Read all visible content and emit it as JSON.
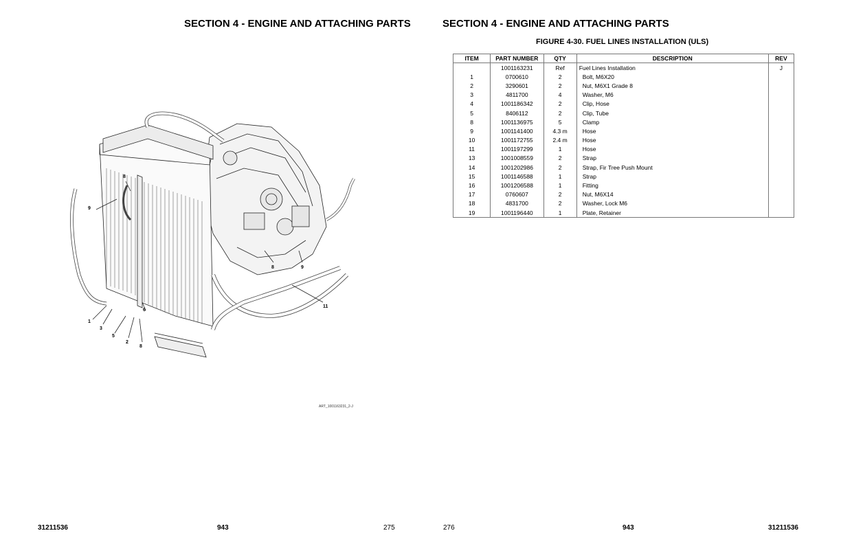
{
  "left_page": {
    "section_title": "SECTION 4 - ENGINE AND ATTACHING PARTS",
    "art_id": "ART_1001163231_2-J",
    "callouts": [
      "9",
      "8",
      "1",
      "3",
      "5",
      "2",
      "8",
      "6",
      "8",
      "9",
      "11"
    ],
    "footer": {
      "doc_number": "31211536",
      "model": "943",
      "page_number": "275"
    }
  },
  "right_page": {
    "section_title": "SECTION 4 - ENGINE AND ATTACHING PARTS",
    "figure_title": "FIGURE 4-30. FUEL LINES INSTALLATION (ULS)",
    "table": {
      "headers": [
        "ITEM",
        "PART NUMBER",
        "QTY",
        "DESCRIPTION",
        "REV"
      ],
      "rows": [
        {
          "item": "",
          "part": "1001163231",
          "qty": "Ref",
          "desc": "Fuel Lines Installation",
          "rev": "J"
        },
        {
          "item": "1",
          "part": "0700610",
          "qty": "2",
          "desc": "Bolt, M6X20",
          "rev": ""
        },
        {
          "item": "2",
          "part": "3290601",
          "qty": "2",
          "desc": "Nut, M6X1 Grade 8",
          "rev": ""
        },
        {
          "item": "3",
          "part": "4811700",
          "qty": "4",
          "desc": "Washer, M6",
          "rev": ""
        },
        {
          "item": "4",
          "part": "1001186342",
          "qty": "2",
          "desc": "Clip, Hose",
          "rev": ""
        },
        {
          "item": "5",
          "part": "8406112",
          "qty": "2",
          "desc": "Clip, Tube",
          "rev": ""
        },
        {
          "item": "8",
          "part": "1001136975",
          "qty": "5",
          "desc": "Clamp",
          "rev": ""
        },
        {
          "item": "9",
          "part": "1001141400",
          "qty": "4.3 m",
          "desc": "Hose",
          "rev": ""
        },
        {
          "item": "10",
          "part": "1001172755",
          "qty": "2.4 m",
          "desc": "Hose",
          "rev": ""
        },
        {
          "item": "11",
          "part": "1001197299",
          "qty": "1",
          "desc": "Hose",
          "rev": ""
        },
        {
          "item": "13",
          "part": "1001008559",
          "qty": "2",
          "desc": "Strap",
          "rev": ""
        },
        {
          "item": "14",
          "part": "1001202986",
          "qty": "2",
          "desc": "Strap, Fir Tree Push Mount",
          "rev": ""
        },
        {
          "item": "15",
          "part": "1001146588",
          "qty": "1",
          "desc": "Strap",
          "rev": ""
        },
        {
          "item": "16",
          "part": "1001206588",
          "qty": "1",
          "desc": "Fitting",
          "rev": ""
        },
        {
          "item": "17",
          "part": "0760607",
          "qty": "2",
          "desc": "Nut, M6X14",
          "rev": ""
        },
        {
          "item": "18",
          "part": "4831700",
          "qty": "2",
          "desc": "Washer, Lock M6",
          "rev": ""
        },
        {
          "item": "19",
          "part": "1001196440",
          "qty": "1",
          "desc": "Plate, Retainer",
          "rev": ""
        }
      ]
    },
    "footer": {
      "page_number": "276",
      "model": "943",
      "doc_number": "31211536"
    }
  }
}
